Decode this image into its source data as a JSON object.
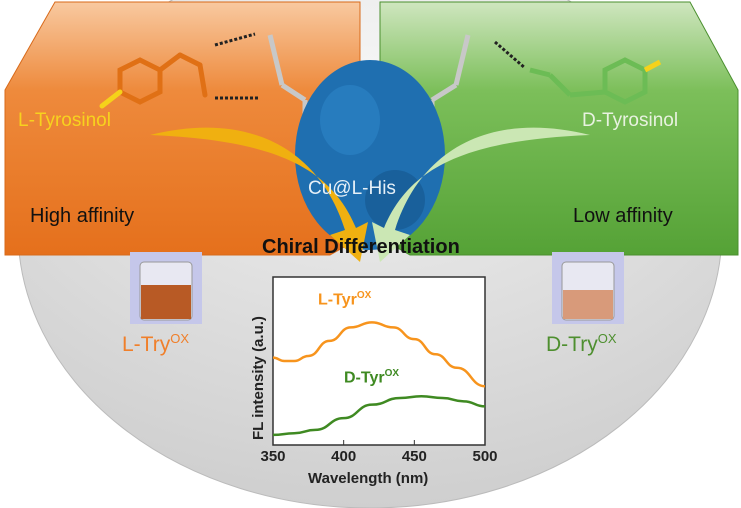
{
  "left_panel": {
    "molecule": "L-Tyrosinol",
    "affinity": "High affinity",
    "color": "#e8731f"
  },
  "right_panel": {
    "molecule": "D-Tyrosinol",
    "affinity": "Low affinity",
    "color": "#5aa43a"
  },
  "center": {
    "label": "Cu@L-His",
    "color": "#1f6fb0"
  },
  "arrow_text": "Chiral Differentiation",
  "vials": [
    {
      "label": "L-Try",
      "sup": "OX",
      "color": "#f07f2a"
    },
    {
      "label": "D-Try",
      "sup": "OX",
      "color": "#4e8f2f"
    }
  ],
  "chart_data": {
    "type": "line",
    "xlabel": "Wavelength (nm)",
    "ylabel": "FL intensity (a.u.)",
    "xlim": [
      350,
      500
    ],
    "ylim": [
      0,
      1
    ],
    "xticks": [
      "350",
      "400",
      "450",
      "500"
    ],
    "series": [
      {
        "name": "L-Tyr",
        "sup": "OX",
        "color": "#f7941d",
        "x": [
          350,
          358,
          365,
          375,
          390,
          405,
          420,
          435,
          450,
          465,
          480,
          500
        ],
        "y": [
          0.52,
          0.5,
          0.5,
          0.53,
          0.62,
          0.7,
          0.73,
          0.7,
          0.63,
          0.54,
          0.46,
          0.35
        ]
      },
      {
        "name": "D-Tyr",
        "sup": "OX",
        "color": "#3f8a22",
        "x": [
          350,
          365,
          380,
          400,
          420,
          440,
          455,
          470,
          485,
          500
        ],
        "y": [
          0.06,
          0.07,
          0.09,
          0.16,
          0.24,
          0.28,
          0.29,
          0.28,
          0.26,
          0.23
        ]
      }
    ]
  }
}
